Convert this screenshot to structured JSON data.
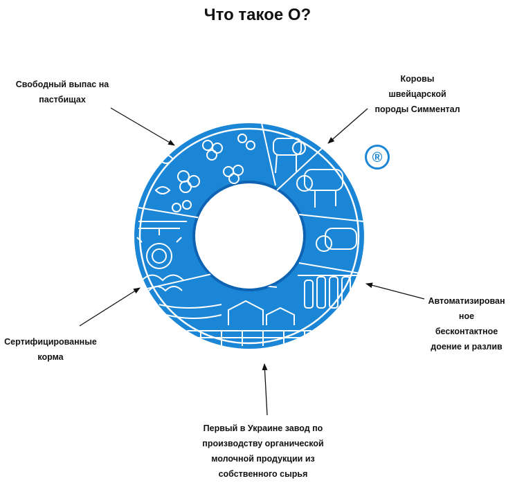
{
  "title": "Что такое О?",
  "logo": {
    "trademark_symbol": "®",
    "ring_color": "#1c86d6",
    "ring_dark": "#0e63b3",
    "ring_light": "#7cc4ef",
    "line_color": "#ffffff"
  },
  "callouts": [
    {
      "id": "pasture",
      "text": "Свободный выпас на пастбищах"
    },
    {
      "id": "cows",
      "text": "Коровы\nшвейцарской\nпороды Симментал"
    },
    {
      "id": "milking",
      "text": "Автоматизирован\nное\nбесконтактное\nдоение и разлив"
    },
    {
      "id": "feed",
      "text": "Сертифицированные\nкорма"
    },
    {
      "id": "factory",
      "text": "Первый в Украине завод по\nпроизводству органической\nмолочной продукции из\nсобственного сырья"
    }
  ]
}
